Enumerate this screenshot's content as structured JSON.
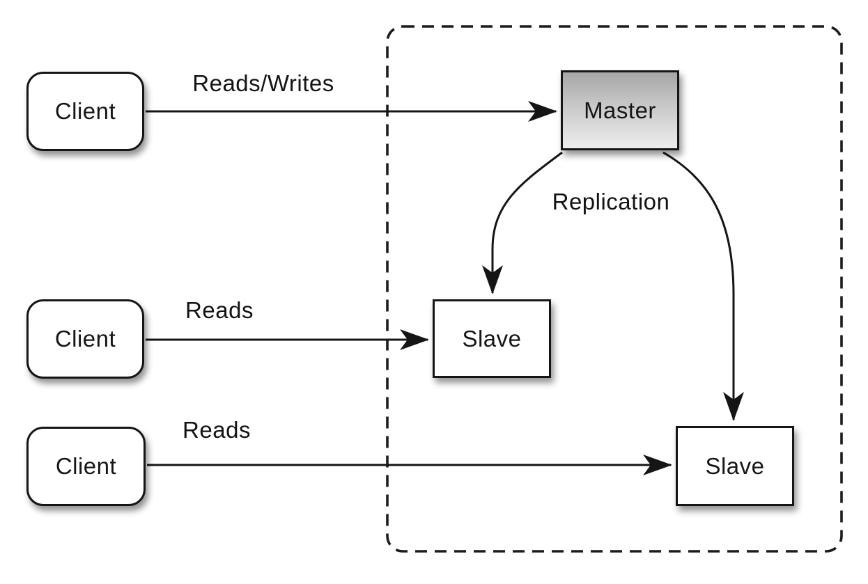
{
  "diagram": {
    "type": "architecture-diagram",
    "topic": "database master-slave replication",
    "boundary": {
      "name": "replication-cluster",
      "style": "dashed-rounded-rectangle"
    },
    "nodes": {
      "clients": [
        {
          "id": "client-1",
          "label": "Client"
        },
        {
          "id": "client-2",
          "label": "Client"
        },
        {
          "id": "client-3",
          "label": "Client"
        }
      ],
      "master": {
        "id": "master-1",
        "label": "Master"
      },
      "slaves": [
        {
          "id": "slave-1",
          "label": "Slave"
        },
        {
          "id": "slave-2",
          "label": "Slave"
        }
      ]
    },
    "edges": [
      {
        "from": "client-1",
        "to": "master-1",
        "label": "Reads/Writes"
      },
      {
        "from": "client-2",
        "to": "slave-1",
        "label": "Reads"
      },
      {
        "from": "client-3",
        "to": "slave-2",
        "label": "Reads"
      },
      {
        "from": "master-1",
        "to": "slave-1",
        "label": "Replication"
      },
      {
        "from": "master-1",
        "to": "slave-2",
        "label": ""
      }
    ],
    "colors": {
      "stroke": "#151515",
      "text": "#131313",
      "node_fill": "#ffffff",
      "master_gradient_top": "#a6a6a6",
      "master_gradient_bottom": "#ededed",
      "background": "#ffffff"
    }
  }
}
